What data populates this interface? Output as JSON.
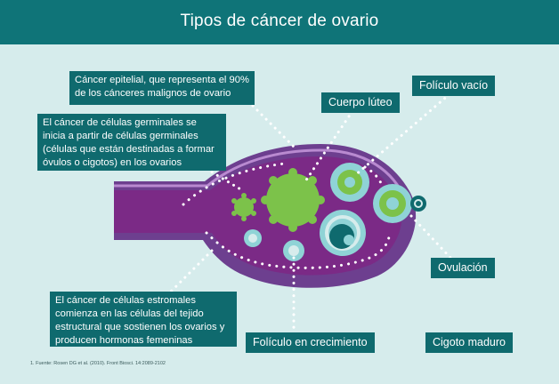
{
  "title": "Tipos de cáncer de ovario",
  "annotations": {
    "epithelial": "Cáncer epitelial, que representa el 90% de los cánceres malignos de ovario",
    "germinal": "El cáncer de células germinales se inicia a partir de células germinales (células que están destinadas a formar óvulos o cigotos) en los ovarios",
    "stromal": "El cáncer de células estromales comienza en las células del tejido estructural que sostienen los ovarios y producen hormonas femeninas"
  },
  "labels": {
    "corpus_luteum": "Cuerpo lúteo",
    "empty_follicle": "Folículo vacío",
    "ovulation": "Ovulación",
    "growing_follicle": "Folículo en crecimiento",
    "mature_zygote": "Cigoto maduro"
  },
  "footnote": "1. Fuente: Rosen DG et al. (2010). Front Biosci. 14:2089-2102",
  "colors": {
    "header": "#0f7478",
    "background": "#d6ecec",
    "ovary_outer": "#6d3f8f",
    "ovary_inner": "#7b2a86",
    "follicle_green": "#7cc24a",
    "follicle_ring": "#8fd3d6",
    "dotted_line": "#ffffff"
  }
}
